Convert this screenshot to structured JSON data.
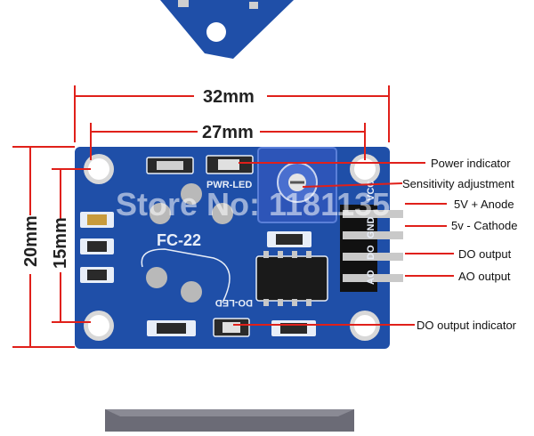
{
  "dimensions": {
    "outer_width": "32mm",
    "inner_width": "27mm",
    "outer_height": "20mm",
    "inner_height": "15mm"
  },
  "board": {
    "model": "FC-22",
    "pwr_led": "PWR-LED",
    "do_led": "DO-LED",
    "pin_labels": [
      "VCC",
      "GND",
      "DO",
      "AO"
    ]
  },
  "watermark": "Store No: 1181135",
  "callouts": [
    "Power indicator",
    "Sensitivity adjustment",
    "5V + Anode",
    "5v - Cathode",
    "DO output",
    "AO output",
    "DO output indicator"
  ],
  "colors": {
    "pcb": "#1f4fa8",
    "dimension_lines": "#e0201a",
    "pot": "#2d55b8"
  }
}
